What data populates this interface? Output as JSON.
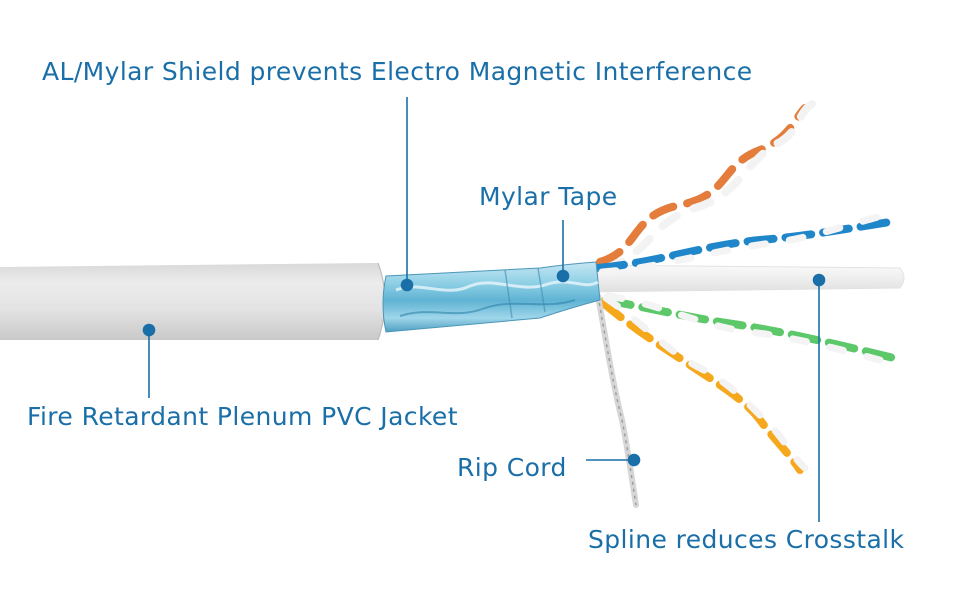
{
  "labels": {
    "shield": "AL/Mylar Shield prevents Electro Magnetic Interference",
    "mylar_tape": "Mylar Tape",
    "jacket": "Fire Retardant Plenum PVC Jacket",
    "rip_cord": "Rip Cord",
    "spline": "Spline reduces Crosstalk"
  },
  "colors": {
    "label_text": "#1a6fa8",
    "callout": "#1a6fa8",
    "jacket": "#e4e4e4",
    "shield": "#7fc4de",
    "pair_orange": "#e47c3b",
    "pair_blue": "#1f86c9",
    "pair_green": "#5cc86a",
    "pair_amber": "#f6a81c",
    "spline": "#f1f1f1"
  }
}
